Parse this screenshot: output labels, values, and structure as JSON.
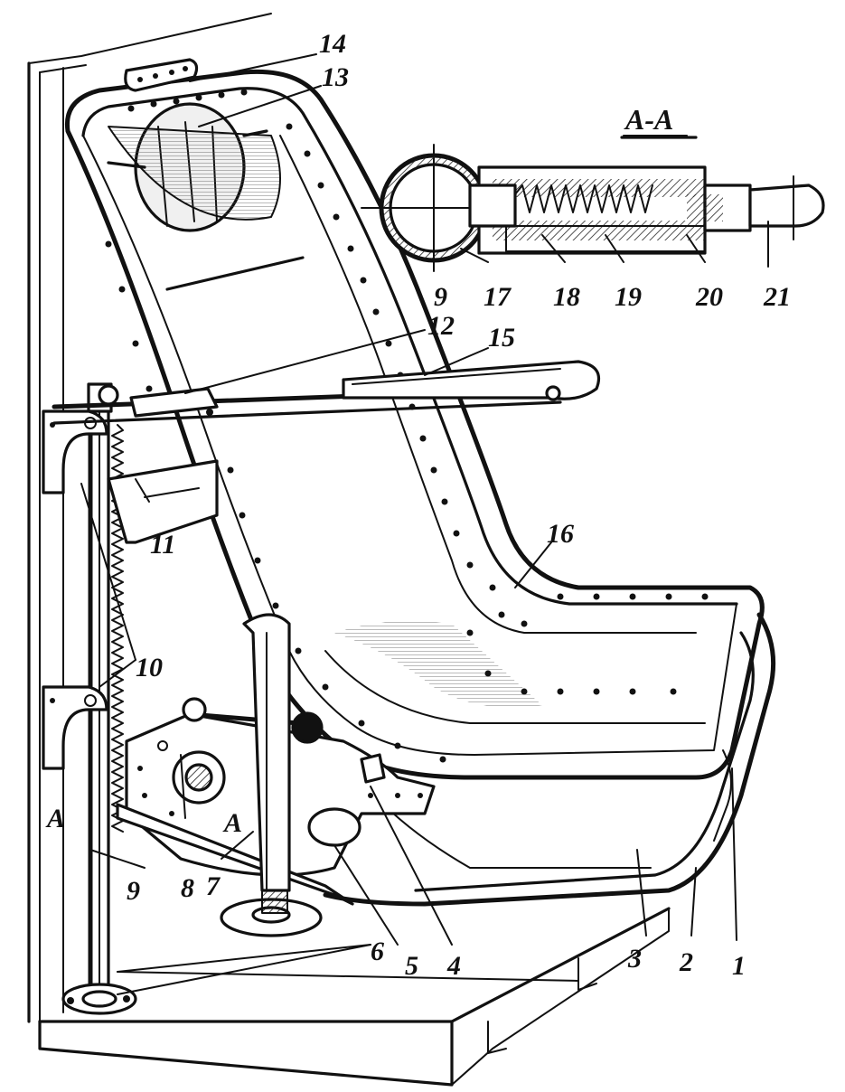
{
  "section_title": "А-А",
  "section_marker": "А",
  "part_numbers": {
    "p1": "1",
    "p2": "2",
    "p3": "3",
    "p4": "4",
    "p5": "5",
    "p6": "6",
    "p7": "7",
    "p8": "8",
    "p9": "9",
    "p10": "10",
    "p11": "11",
    "p12": "12",
    "p13": "13",
    "p14": "14",
    "p15": "15",
    "p16": "16",
    "p17": "17",
    "p18": "18",
    "p19": "19",
    "p20": "20",
    "p21": "21",
    "p9b": "9"
  }
}
